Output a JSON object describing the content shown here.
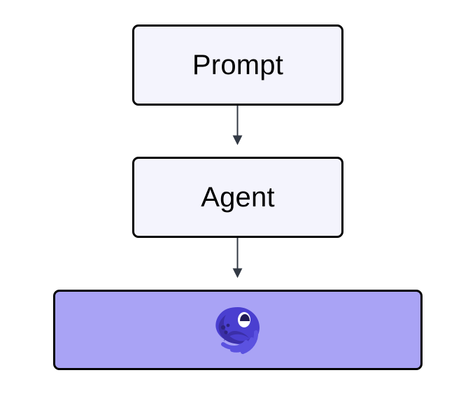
{
  "diagram": {
    "type": "flowchart",
    "direction": "top-to-bottom",
    "background_color": "#ffffff",
    "nodes": [
      {
        "id": "prompt",
        "label": "Prompt",
        "shape": "rounded-rectangle",
        "fill_color": "#f4f4fd",
        "border_color": "#000000",
        "text_color": "#000000"
      },
      {
        "id": "agent",
        "label": "Agent",
        "shape": "rounded-rectangle",
        "fill_color": "#f4f4fd",
        "border_color": "#000000",
        "text_color": "#000000"
      },
      {
        "id": "output",
        "label": "",
        "icon": "octopus-icon",
        "shape": "rounded-rectangle",
        "fill_color": "#a9a3f5",
        "border_color": "#000000",
        "icon_colors": {
          "body": "#4a3fd0",
          "body_shadow": "#3b2fa8",
          "tentacle": "#5b52e0",
          "eye_white": "#ffffff",
          "eye_pupil": "#211b55"
        }
      }
    ],
    "edges": [
      {
        "from": "prompt",
        "to": "agent",
        "style": "solid",
        "arrowhead": "filled-triangle",
        "color": "#333a45",
        "label": ""
      },
      {
        "from": "agent",
        "to": "output",
        "style": "solid",
        "arrowhead": "filled-triangle",
        "color": "#333a45",
        "label": ""
      }
    ]
  }
}
